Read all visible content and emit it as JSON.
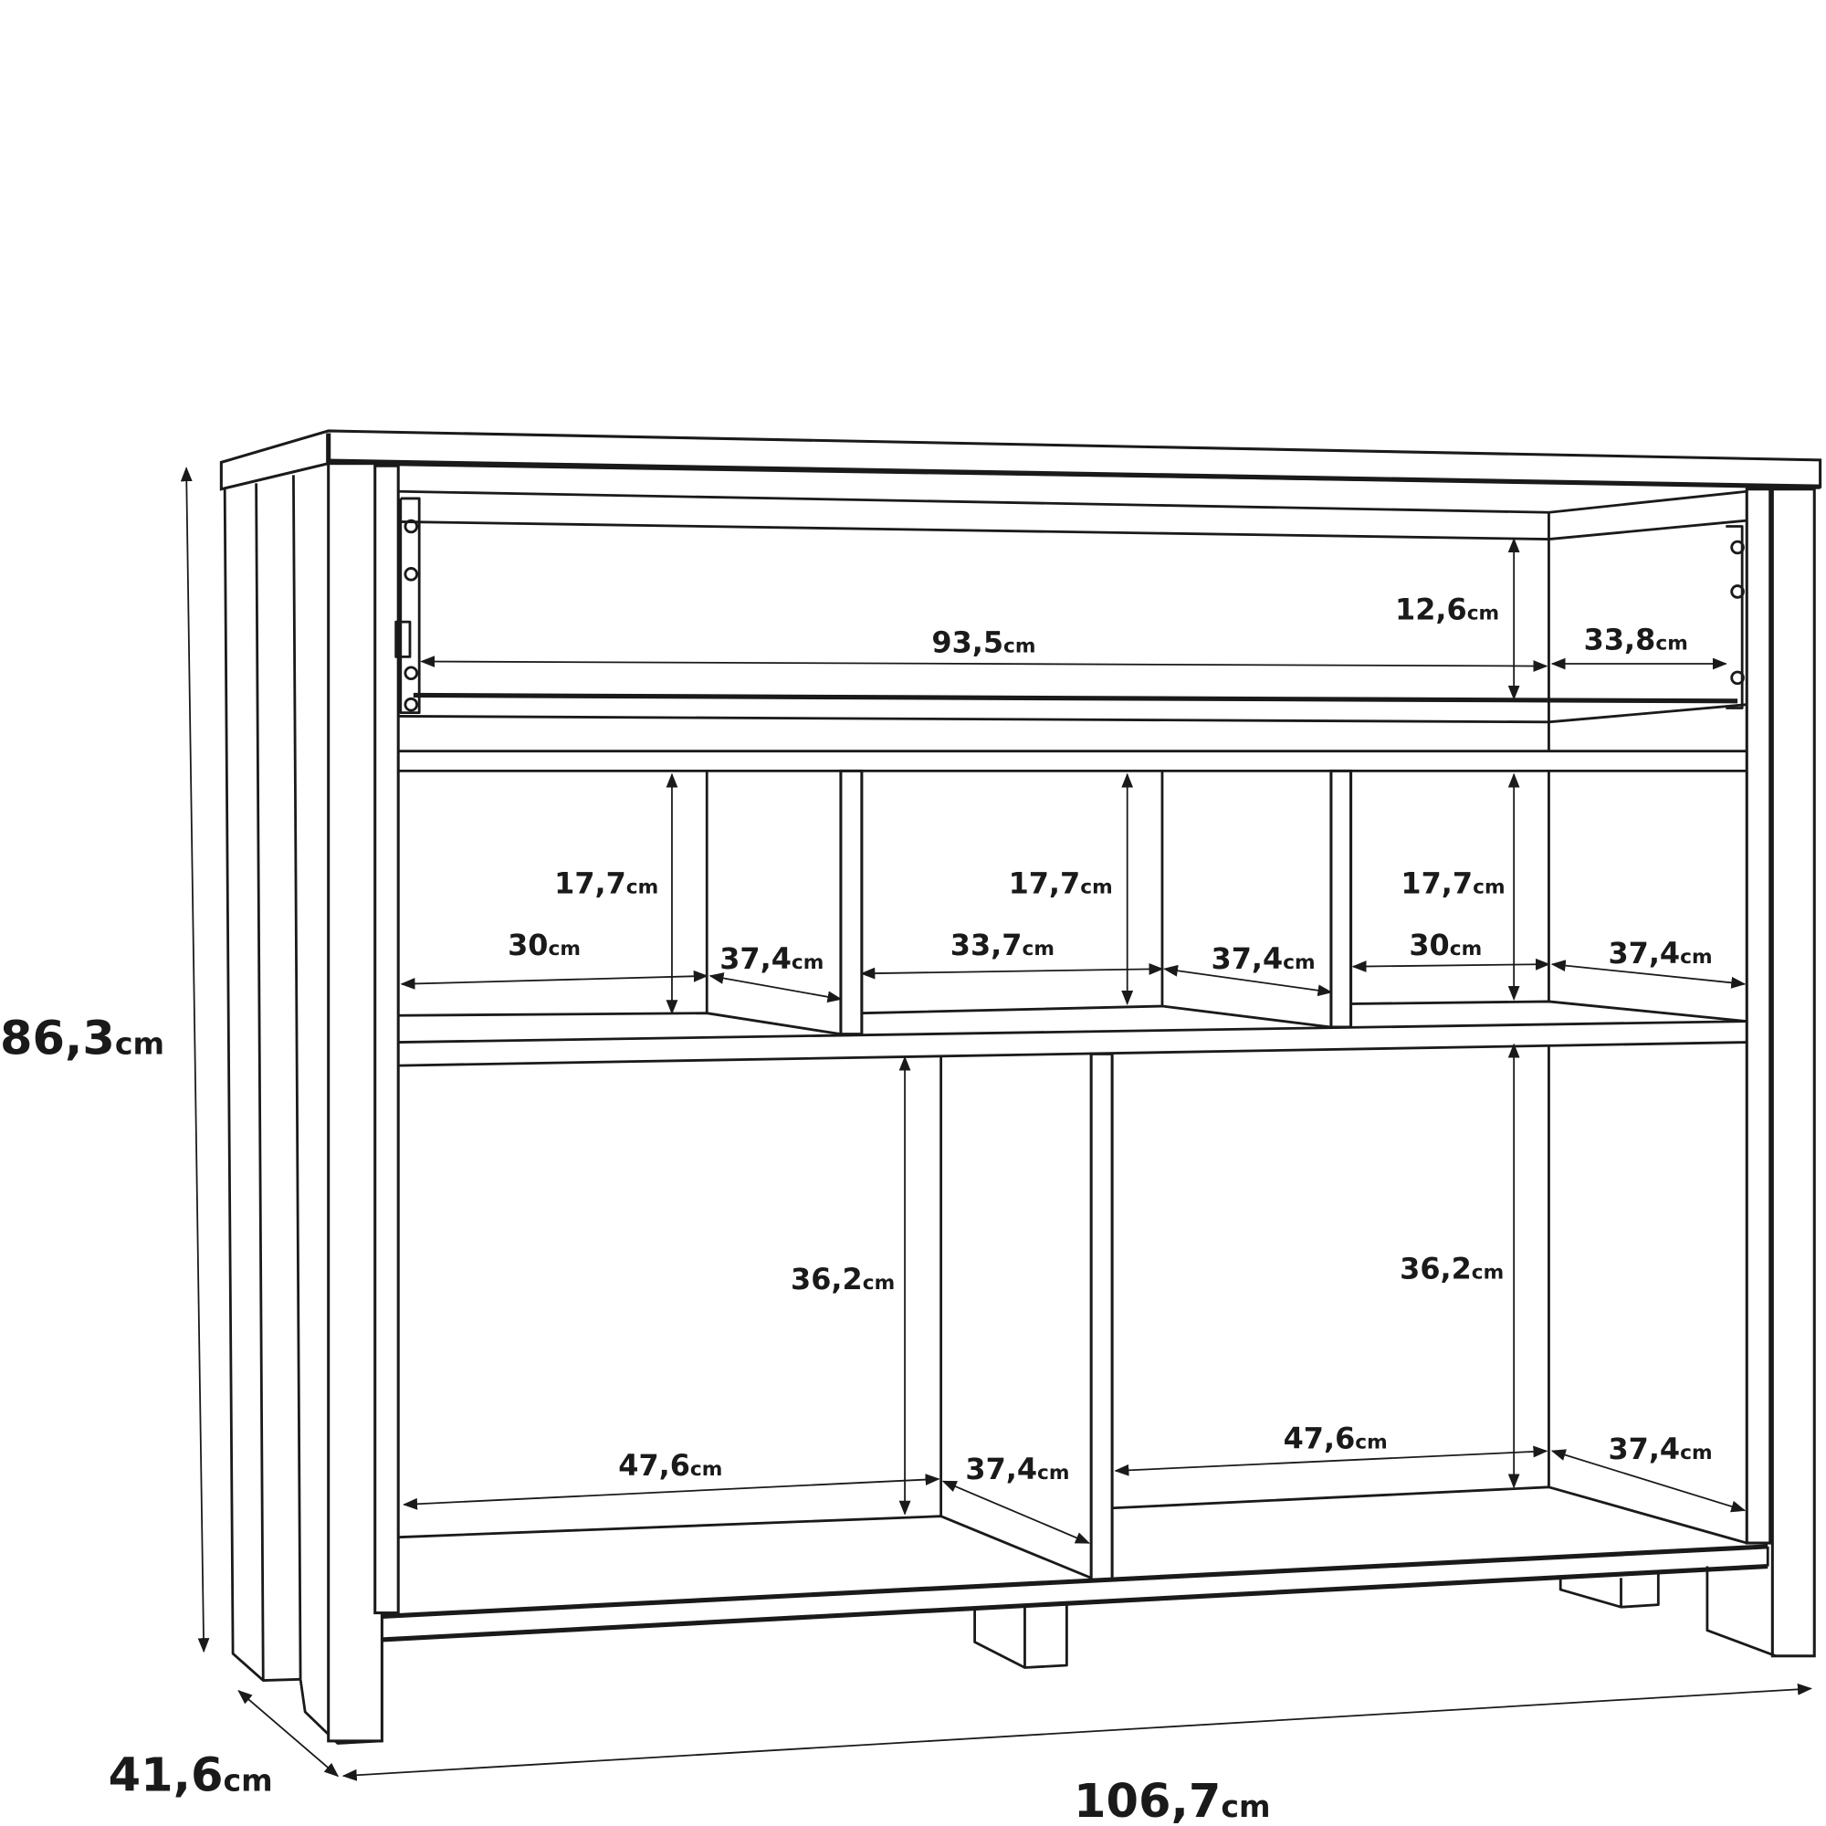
{
  "unit": "cm",
  "overall": {
    "height": "86,3",
    "depth": "41,6",
    "width": "106,7"
  },
  "drawer": {
    "width": "93,5",
    "height": "12,6",
    "depth": "33,8"
  },
  "upper_compartments": [
    {
      "height": "17,7",
      "width": "30",
      "depth": "37,4"
    },
    {
      "height": "17,7",
      "width": "33,7",
      "depth": "37,4"
    },
    {
      "height": "17,7",
      "width": "30",
      "depth": "37,4"
    }
  ],
  "lower_compartments": [
    {
      "height": "36,2",
      "width": "47,6",
      "depth": "37,4"
    },
    {
      "height": "36,2",
      "width": "47,6",
      "depth": "37,4"
    }
  ]
}
